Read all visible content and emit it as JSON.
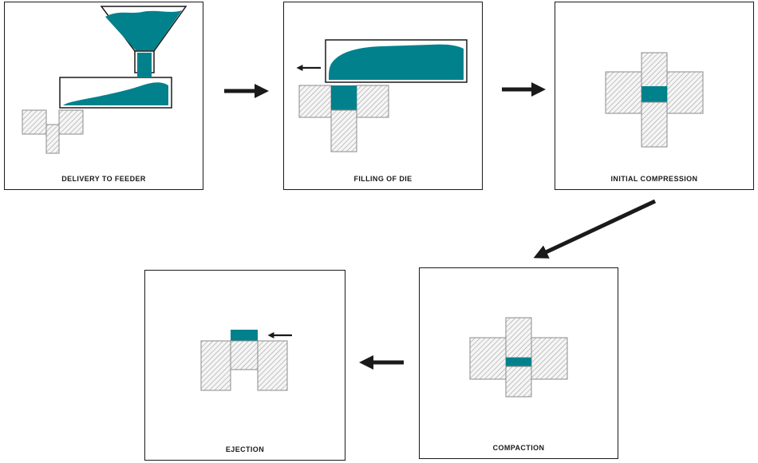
{
  "diagram": {
    "colors": {
      "powder_teal": "#00818C",
      "ink": "#1A1A1A",
      "hatch_line": "#999999",
      "hatch_fill": "#F5F5F5",
      "die_border": "#8C8C8C",
      "background": "#FFFFFF"
    },
    "panels": [
      {
        "id": "delivery-to-feeder",
        "label": "DELIVERY TO FEEDER"
      },
      {
        "id": "filling-of-die",
        "label": "FILLING OF DIE"
      },
      {
        "id": "initial-compression",
        "label": "INITIAL COMPRESSION"
      },
      {
        "id": "compaction",
        "label": "COMPACTION"
      },
      {
        "id": "ejection",
        "label": "EJECTION"
      }
    ],
    "arrows": [
      {
        "id": "arrow-delivery-to-filling",
        "icon": "arrow-right-icon"
      },
      {
        "id": "arrow-filling-to-compression",
        "icon": "arrow-right-icon"
      },
      {
        "id": "arrow-compression-to-compaction",
        "icon": "arrow-down-left-icon"
      },
      {
        "id": "arrow-compaction-to-ejection",
        "icon": "arrow-left-icon"
      },
      {
        "id": "feeder-motion-arrow",
        "icon": "arrow-left-icon"
      },
      {
        "id": "ejection-motion-arrow",
        "icon": "arrow-left-icon"
      }
    ]
  }
}
